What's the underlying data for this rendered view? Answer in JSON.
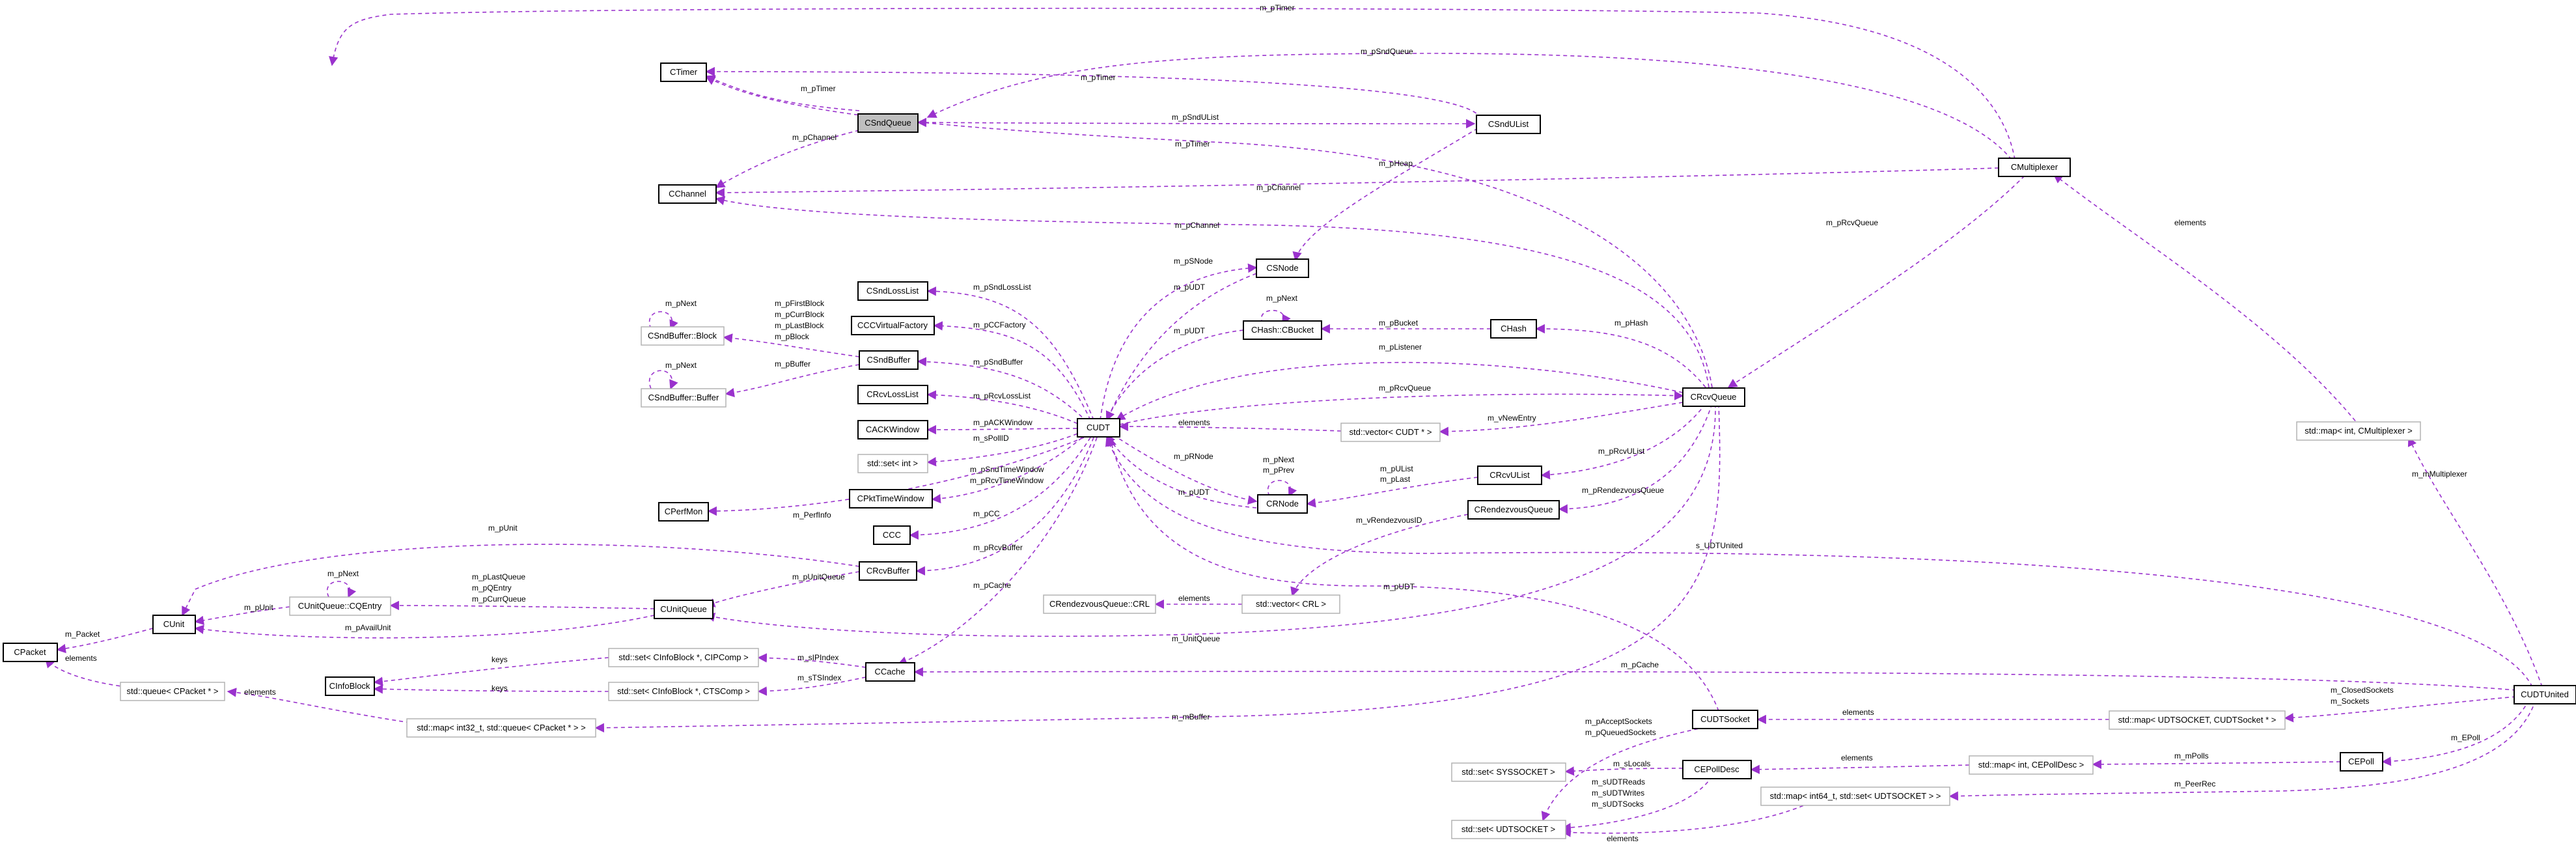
{
  "colors": {
    "edge": "#9a32cd",
    "node_border": "#000000",
    "node_border_light": "#b3b3b3",
    "focus_fill": "#bfbfbf",
    "background": "#ffffff"
  },
  "nodes": {
    "ctimer": "CTimer",
    "csndqueue": "CSndQueue",
    "csndulist": "CSndUList",
    "cmultiplexer": "CMultiplexer",
    "cchannel": "CChannel",
    "csnode": "CSNode",
    "csndlosslist": "CSndLossList",
    "cccvirtualfactory": "CCCVirtualFactory",
    "chash_cbucket": "CHash::CBucket",
    "chash": "CHash",
    "csndbuffer_block": "CSndBuffer::Block",
    "csndbuffer": "CSndBuffer",
    "csndbuffer_buffer": "CSndBuffer::Buffer",
    "crcvlosslist": "CRcvLossList",
    "crcvqueue": "CRcvQueue",
    "cudt": "CUDT",
    "cackwindow": "CACKWindow",
    "vector_cudt": "std::vector< CUDT * >",
    "set_int": "std::set< int >",
    "cpkttimewindow": "CPktTimeWindow",
    "crnode": "CRNode",
    "crcvulist": "CRcvUList",
    "cperfmon": "CPerfMon",
    "crendezvousqueue": "CRendezvousQueue",
    "ccc": "CCC",
    "crcvbuffer": "CRcvBuffer",
    "cunitqueue_cqentry": "CUnitQueue::CQEntry",
    "cunit": "CUnit",
    "cunitqueue": "CUnitQueue",
    "crendezvousqueue_crl": "CRendezvousQueue::CRL",
    "vector_crl": "std::vector< CRL >",
    "cpacket": "CPacket",
    "set_cipcomp": "std::set< CInfoBlock *, CIPComp >",
    "cinfoblock": "CInfoBlock",
    "ccache": "CCache",
    "set_ctscomp": "std::set< CInfoBlock *, CTSComp >",
    "queue_cpacket": "std::queue< CPacket * >",
    "map_int32_queue": "std::map< int32_t, std::queue< CPacket * > >",
    "map_int_multiplexer": "std::map< int, CMultiplexer >",
    "cudtsocket": "CUDTSocket",
    "map_udtsocket_cudtsocket": "std::map< UDTSOCKET, CUDTSocket * >",
    "cudtunited": "CUDTUnited",
    "set_syssocket": "std::set< SYSSOCKET >",
    "cepolldesc": "CEPollDesc",
    "map_int_cepolldesc": "std::map< int, CEPollDesc >",
    "cepoll": "CEPoll",
    "set_udtsocket": "std::set< UDTSOCKET >",
    "map_int64_set": "std::map< int64_t, std::set< UDTSOCKET > >"
  },
  "labels": {
    "m_ptimer": "m_pTimer",
    "m_psndqueue": "m_pSndQueue",
    "m_psndulist": "m_pSndUList",
    "m_pchannel": "m_pChannel",
    "m_prcvqueue": "m_pRcvQueue",
    "m_pheap": "m_pHeap",
    "m_psnode": "m_pSNode",
    "m_pudt": "m_pUDT",
    "m_psndlosslist": "m_pSndLossList",
    "m_pccfactory": "m_pCCFactory",
    "m_pnext": "m_pNext",
    "m_pbucket": "m_pBucket",
    "m_phash": "m_pHash",
    "m_pfirstblock": "m_pFirstBlock",
    "m_pcurrblock": "m_pCurrBlock",
    "m_plastblock": "m_pLastBlock",
    "m_pblock": "m_pBlock",
    "m_psndbuffer": "m_pSndBuffer",
    "m_pbuffer": "m_pBuffer",
    "m_plistener": "m_pListener",
    "elements": "elements",
    "m_vnewentry": "m_vNewEntry",
    "m_prcvlosslist": "m_pRcvLossList",
    "m_packwindow": "m_pACKWindow",
    "m_spollid": "m_sPollID",
    "m_psndtimewindow": "m_pSndTimeWindow",
    "m_prcvtimewindow": "m_pRcvTimeWindow",
    "m_prnode": "m_pRNode",
    "m_pprev": "m_pPrev",
    "m_prcvulist": "m_pRcvUList",
    "m_pulist": "m_pUList",
    "m_plast": "m_pLast",
    "m_perfinfo": "m_PerfInfo",
    "m_prendezvousqueue": "m_pRendezvousQueue",
    "m_pcc": "m_pCC",
    "m_vrendezvousid": "m_vRendezvousID",
    "m_punit": "m_pUnit",
    "m_prcvbuffer": "m_pRcvBuffer",
    "m_plastqueue": "m_pLastQueue",
    "m_pqentry": "m_pQEntry",
    "m_pcurrqueue": "m_pCurrQueue",
    "m_punitqueue": "m_pUnitQueue",
    "m_pavailunit": "m_pAvailUnit",
    "m_packet": "m_Packet",
    "s_udtunited": "s_UDTUnited",
    "m_pcache": "m_pCache",
    "m_unitqueue": "m_UnitQueue",
    "keys": "keys",
    "m_sipindex": "m_sIPIndex",
    "m_stsindex": "m_sTSIndex",
    "m_mbuffer": "m_mBuffer",
    "m_mmultiplexer": "m_mMultiplexer",
    "m_paccepsockets": "m_pAcceptSockets",
    "m_pqueuedsockets": "m_pQueuedSockets",
    "m_closedsockets": "m_ClosedSockets",
    "m_sockets": "m_Sockets",
    "m_slocals": "m_sLocals",
    "m_epoll": "m_EPoll",
    "m_mpolls": "m_mPolls",
    "m_sudtreads": "m_sUDTReads",
    "m_sudtwrites": "m_sUDTWrites",
    "m_sudtsocks": "m_sUDTSocks",
    "m_peerrec": "m_PeerRec"
  }
}
